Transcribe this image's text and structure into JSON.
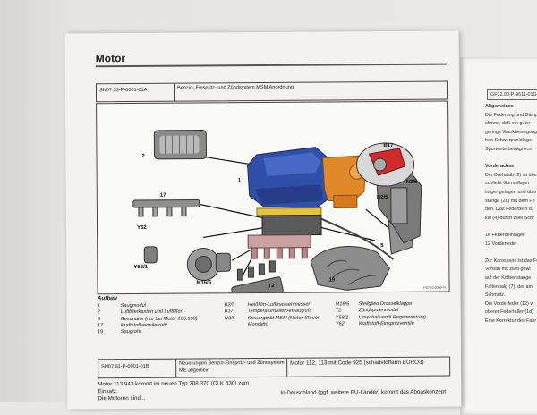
{
  "page": {
    "title": "Motor"
  },
  "header_row": {
    "code": "SN07.53-P-0001-01A",
    "title": "Benzin- Einspritz- und Zündsystem MSM Anordnung"
  },
  "figure": {
    "id": "P07.53-0066-76",
    "callouts": [
      "2",
      "1",
      "17",
      "Y62",
      "Y58/1",
      "M16/6",
      "T2",
      "19",
      "5",
      "N3/5",
      "B17",
      "B2/5"
    ]
  },
  "legend": {
    "title": "Aufbau",
    "col1": [
      {
        "n": "1",
        "t": "Saugmodul"
      },
      {
        "n": "2",
        "t": "Luftfilterkasten und Luftfilter"
      },
      {
        "n": "5",
        "t": "Resonator (nur bei Motor 166.960)"
      },
      {
        "n": "17",
        "t": "Kraftstoffverteilerrohr"
      },
      {
        "n": "19",
        "t": "Saugrohr"
      }
    ],
    "col2": [
      {
        "n": "B2/5",
        "t": "Heißfilm-Luftmassenmesser"
      },
      {
        "n": "B17",
        "t": "Temperaturfühler Ansaugluft"
      },
      {
        "n": "N3/5",
        "t": "Steuergerät MSM (Motor-Steuer-"
      },
      {
        "n": "",
        "t": "Monolith)"
      }
    ],
    "col3": [
      {
        "n": "M16/6",
        "t": "Stellglied Drosselklappe"
      },
      {
        "n": "T2",
        "t": "Zündspulenmodul"
      },
      {
        "n": "Y58/1",
        "t": "Umschaltventil Regenerierung"
      },
      {
        "n": "Y62",
        "t": "Kraftstoff-Einspritzventile"
      }
    ]
  },
  "section2": {
    "code": "SN07.61-P-0001-01B",
    "title": "Neuerungen Benzin-Einspritz- und Zündsystem ME allgemein",
    "note": "Motor 112, 113 mit Code 925 (schadstoffarm EURO3)"
  },
  "body_left": [
    "Motor 113 943 kommt im neuen Typ 208.370 (CLK 430) zum",
    "Einsatz.",
    "Die Motoren sind..."
  ],
  "body_right": "In Deuschland (ggf. weitere EU-Länder) kommt das Abgaskonzept",
  "right_page": {
    "code": "GF32.00-P-9611-01GC",
    "lines": [
      {
        "text": "Allgemeines",
        "bold": true
      },
      {
        "text": "Die Federung und Dämp"
      },
      {
        "text": "stimmt, daß ein guter"
      },
      {
        "text": "geringe Wankbewegung"
      },
      {
        "text": "hen Schwerpunktlage"
      },
      {
        "text": "Spurweite beträgt vorn"
      },
      {
        "text": ""
      },
      {
        "text": "Vorderachse",
        "bold": true
      },
      {
        "text": "Der Drehstab (2) ist über"
      },
      {
        "text": "schließt Gummilager"
      },
      {
        "text": "träger gelagert und über"
      },
      {
        "text": "stange (2a) mit dem Fe"
      },
      {
        "text": "den. Das Federbein ist"
      },
      {
        "text": "kal (4) durch zwei Schr"
      },
      {
        "text": ""
      },
      {
        "text": "1e    Federbeinlager"
      },
      {
        "text": "12    Vorderfeder"
      },
      {
        "text": ""
      },
      {
        "text": "Zur Karosserie ist das Fe"
      },
      {
        "text": "Vorbau mit zwei gewi"
      },
      {
        "text": "auf der Kolbenstange"
      },
      {
        "text": "Faltenbalg (7), der am"
      },
      {
        "text": "Schmutz."
      },
      {
        "text": "Die Vorderfeder (12) w"
      },
      {
        "text": "oberer Federteller (1d)"
      },
      {
        "text": "Eine Korrektur des Fahr"
      }
    ]
  }
}
